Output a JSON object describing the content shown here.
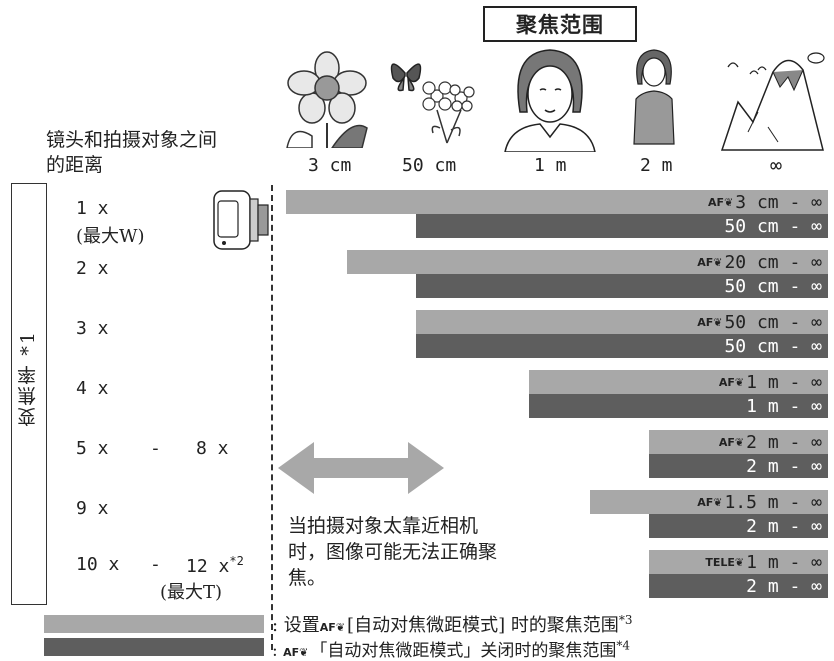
{
  "title": "聚焦范围",
  "header": {
    "line1": "镜头和拍摄对象之间",
    "line2": "的距离"
  },
  "distances": [
    "3 cm",
    "50 cm",
    "1 m",
    "2 m",
    "∞"
  ],
  "zoom_axis_label": "变焦率",
  "zoom_axis_note": "*1",
  "zoom_levels": {
    "z1": "1 x",
    "z1_sub": "(最大W)",
    "z2": "2 x",
    "z3": "3 x",
    "z4": "4 x",
    "z5": "5 x",
    "z5_dash": "-",
    "z5_end": "8 x",
    "z9": "9 x",
    "z10": "10 x",
    "z10_dash": "-",
    "z10_end": "12 x",
    "z10_note": "*2",
    "z10_sub": "(最大T)"
  },
  "af_tag": "AF❦",
  "tele_tag": "TELE❦",
  "bars": {
    "r1_light": "3 cm - ∞",
    "r1_dark": "50 cm - ∞",
    "r2_light": "20 cm - ∞",
    "r2_dark": "50 cm - ∞",
    "r3_light": "50 cm - ∞",
    "r3_dark": "50 cm - ∞",
    "r4_light": "1 m - ∞",
    "r4_dark": "1 m - ∞",
    "r5_light": "2 m - ∞",
    "r5_dark": "2 m - ∞",
    "r6_light": "1.5 m - ∞",
    "r6_dark": "2 m - ∞",
    "r7_light": "1 m - ∞",
    "r7_dark": "2 m - ∞"
  },
  "warning": {
    "line1": "当拍摄对象太靠近相机",
    "line2": "时，图像可能无法正确聚",
    "line3": "焦。"
  },
  "legend": {
    "light": {
      "prefix": ": 设置",
      "text": "[自动对焦微距模式] 时的聚焦范围",
      "note": "*3"
    },
    "dark": {
      "prefix": ":",
      "text": "「自动对焦微距模式」关闭时的聚焦范围",
      "note": "*4"
    }
  },
  "colors": {
    "light_bar": "#a8a8a8",
    "dark_bar": "#5e5e5e"
  },
  "icons": [
    "flower-icon",
    "butterfly-flowers-icon",
    "woman-portrait-icon",
    "woman-standing-icon",
    "mountain-icon",
    "camera-icon",
    "double-arrow-icon"
  ]
}
